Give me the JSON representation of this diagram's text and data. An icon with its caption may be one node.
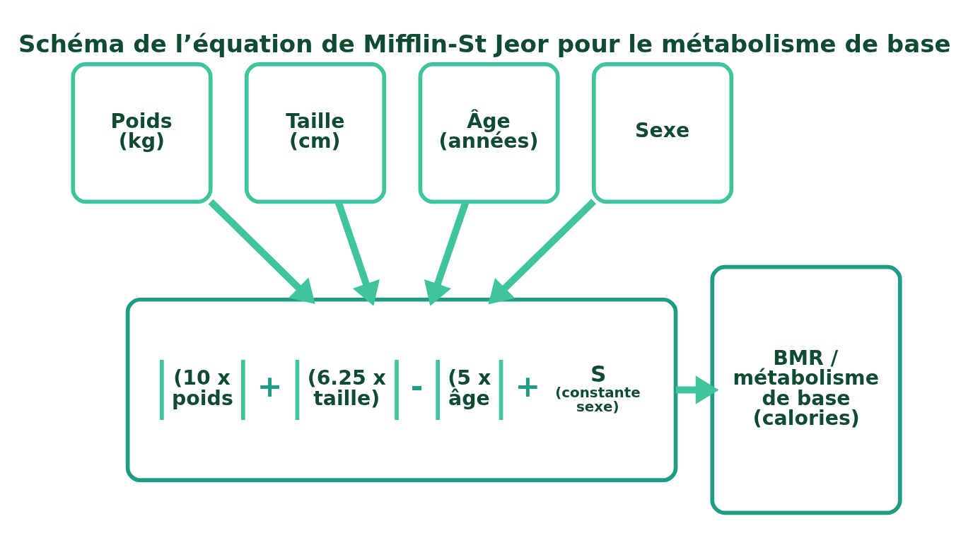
{
  "diagram": {
    "title": "Schéma de l’équation de Mifflin-St Jeor pour le métabolisme de base",
    "nodes": [
      {
        "text": [
          "Poids (kg)"
        ]
      },
      {
        "text": [
          "Taille (cm)"
        ]
      },
      {
        "text": [
          "Âge (années)"
        ]
      },
      {
        "text": [
          "Sexe"
        ]
      },
      {
        "text": [
          "(10 x poids",
          "+",
          "(6.25 x taille)",
          "-",
          "(5 x âge",
          "+",
          "S",
          "(constante sexe)"
        ]
      },
      {
        "text": [
          "BMR / métabolisme de base (calories)"
        ]
      }
    ],
    "edges": [
      {
        "from": 0,
        "to": 4,
        "arrow": "to"
      },
      {
        "from": 1,
        "to": 4,
        "arrow": "to"
      },
      {
        "from": 2,
        "to": 4,
        "arrow": "to"
      },
      {
        "from": 3,
        "to": 4,
        "arrow": "to"
      },
      {
        "from": 4,
        "to": 5,
        "arrow": "to"
      }
    ]
  }
}
